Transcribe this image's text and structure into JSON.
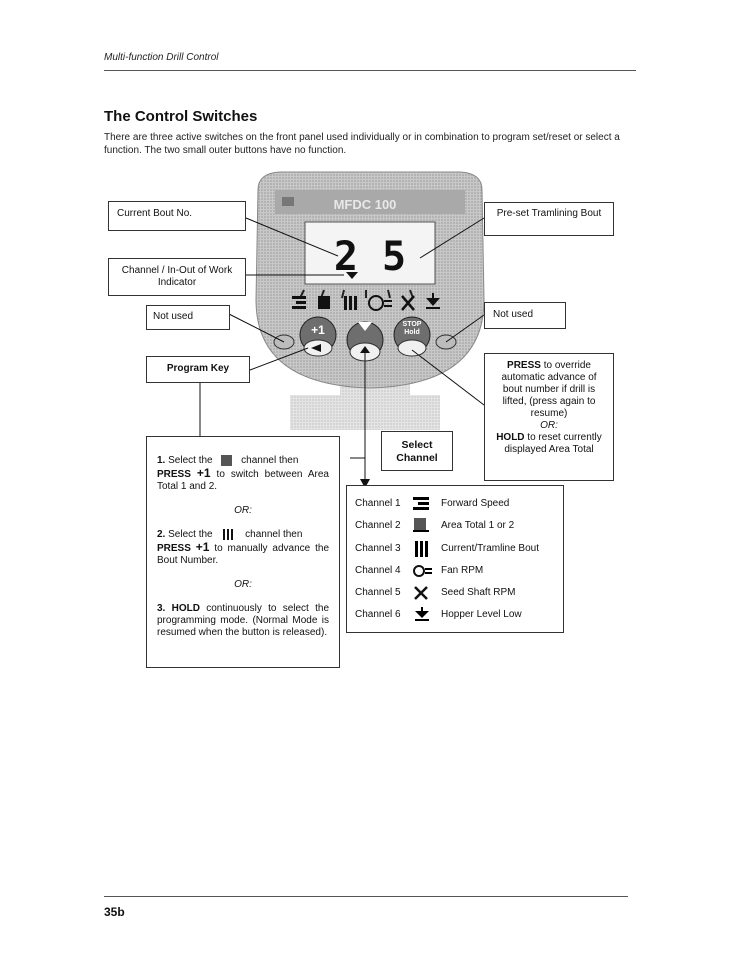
{
  "header": {
    "running_title": "Multi-function Drill Control"
  },
  "section": {
    "title": "The Control Switches",
    "intro": "There are three active switches on the front panel used individually or in combination to program set/reset or select a function. The two small outer buttons have no function."
  },
  "device": {
    "model": "MFDC 100",
    "display_digits": "2 5",
    "plus_button": "+1",
    "stop_label": "STOP",
    "hold_label": "Hold"
  },
  "callouts": {
    "current_bout": "Current Bout No.",
    "channel_indicator": "Channel / In-Out of Work Indicator",
    "not_used_left": "Not used",
    "program_key": "Program Key",
    "preset_tramlining": "Pre-set Tramlining Bout",
    "not_used_right": "Not used",
    "select_channel": "Select Channel"
  },
  "right_note": {
    "press": "PRESS",
    "press_text": " to override automatic advance of bout number if drill is lifted, (press again to resume)",
    "or": "OR:",
    "hold": "HOLD",
    "hold_text": " to reset currently displayed Area Total"
  },
  "program_instructions": {
    "step1_num": "1.",
    "step1_a": " Select the ",
    "step1_b": " channel then",
    "press": "PRESS",
    "plus": "+1",
    "step1_c": " to switch between Area Total 1 and 2.",
    "or1": "OR:",
    "step2_num": "2.",
    "step2_a": " Select the ",
    "step2_b": " channel then",
    "step2_c": " to manually advance the Bout Number.",
    "or2": "OR:",
    "step3_num": "3.",
    "hold": "HOLD",
    "step3_text": " continuously to select the programming mode. (Normal Mode is resumed when the button is released)."
  },
  "channels": [
    {
      "label": "Channel 1",
      "icon": "forward-speed-icon",
      "desc": "Forward Speed"
    },
    {
      "label": "Channel 2",
      "icon": "area-total-icon",
      "desc": "Area Total 1 or 2"
    },
    {
      "label": "Channel 3",
      "icon": "tramline-icon",
      "desc": "Current/Tramline Bout"
    },
    {
      "label": "Channel 4",
      "icon": "fan-icon",
      "desc": "Fan RPM"
    },
    {
      "label": "Channel 5",
      "icon": "seed-shaft-icon",
      "desc": "Seed Shaft RPM"
    },
    {
      "label": "Channel 6",
      "icon": "hopper-icon",
      "desc": "Hopper Level Low"
    }
  ],
  "footer": {
    "page_number": "35b"
  }
}
